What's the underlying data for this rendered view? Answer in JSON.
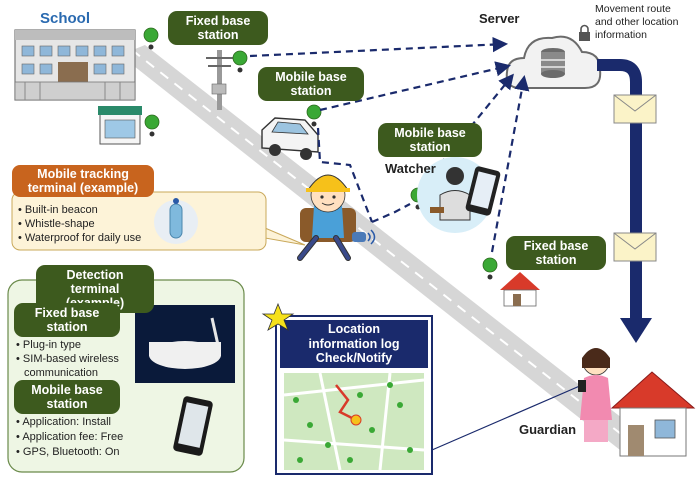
{
  "labels": {
    "school": "School",
    "server": "Server",
    "watcher": "Watcher",
    "guardian": "Guardian",
    "movement_info": [
      "Movement route",
      "and other location",
      "information"
    ]
  },
  "pills": {
    "fixed_top": [
      "Fixed base",
      "station"
    ],
    "mobile_top": [
      "Mobile base",
      "station"
    ],
    "mobile_watcher": [
      "Mobile base",
      "station"
    ],
    "fixed_right": [
      "Fixed base",
      "station"
    ]
  },
  "tracking_terminal": {
    "title": [
      "Mobile tracking",
      "terminal (example)"
    ],
    "bullets": [
      "Built-in beacon",
      "Whistle-shape",
      "Waterproof for daily use"
    ]
  },
  "detection_terminal": {
    "title": [
      "Detection",
      "terminal (example)"
    ],
    "fixed": {
      "title": [
        "Fixed base",
        "station"
      ],
      "bullets": [
        "Plug-in type",
        "SIM-based wireless",
        "communication"
      ]
    },
    "mobile": {
      "title": [
        "Mobile base",
        "station"
      ],
      "bullets": [
        "Application: Install",
        "Application fee: Free",
        "GPS, Bluetooth: On"
      ]
    }
  },
  "location_log": {
    "title": [
      "Location",
      "information log",
      "Check/Notify"
    ]
  },
  "colors": {
    "pill_green": "#3d5a1e",
    "arrow_navy": "#1a2a6c",
    "tracking_orange": "#c8641e",
    "tracking_bg": "#fdf3d8",
    "detection_bg": "#eef6e4",
    "school_blue": "#2a6ab0"
  }
}
